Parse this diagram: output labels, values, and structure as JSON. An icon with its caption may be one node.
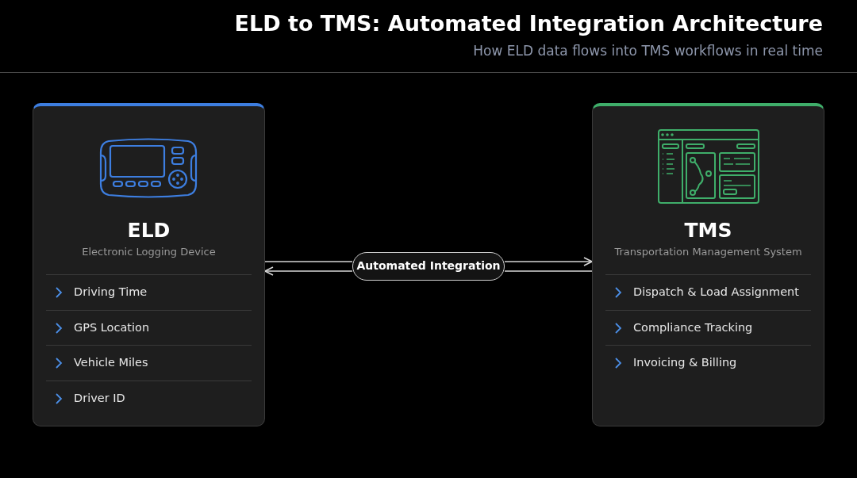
{
  "diagram": {
    "title": "ELD to TMS: Automated Integration Architecture",
    "nodes": [
      {
        "text": [
          "ELD",
          "Electronic Logging Device",
          "Driving Time",
          "GPS Location",
          "Vehicle Miles",
          "Driver ID"
        ]
      },
      {
        "text": [
          "TMS",
          "Transportation Management System",
          "Dispatch & Load Assignment",
          "Compliance Tracking",
          "Invoicing & Billing"
        ]
      },
      {
        "text": [
          "Automated Integration"
        ]
      }
    ],
    "edges": [
      {
        "from": 0,
        "to": 2,
        "arrow": "none"
      },
      {
        "from": 2,
        "to": 1,
        "arrow": "to"
      },
      {
        "from": 1,
        "to": 2,
        "arrow": "none"
      },
      {
        "from": 2,
        "to": 0,
        "arrow": "to"
      }
    ],
    "labels": [
      "How ELD data flows into TMS workflows in real time"
    ]
  }
}
